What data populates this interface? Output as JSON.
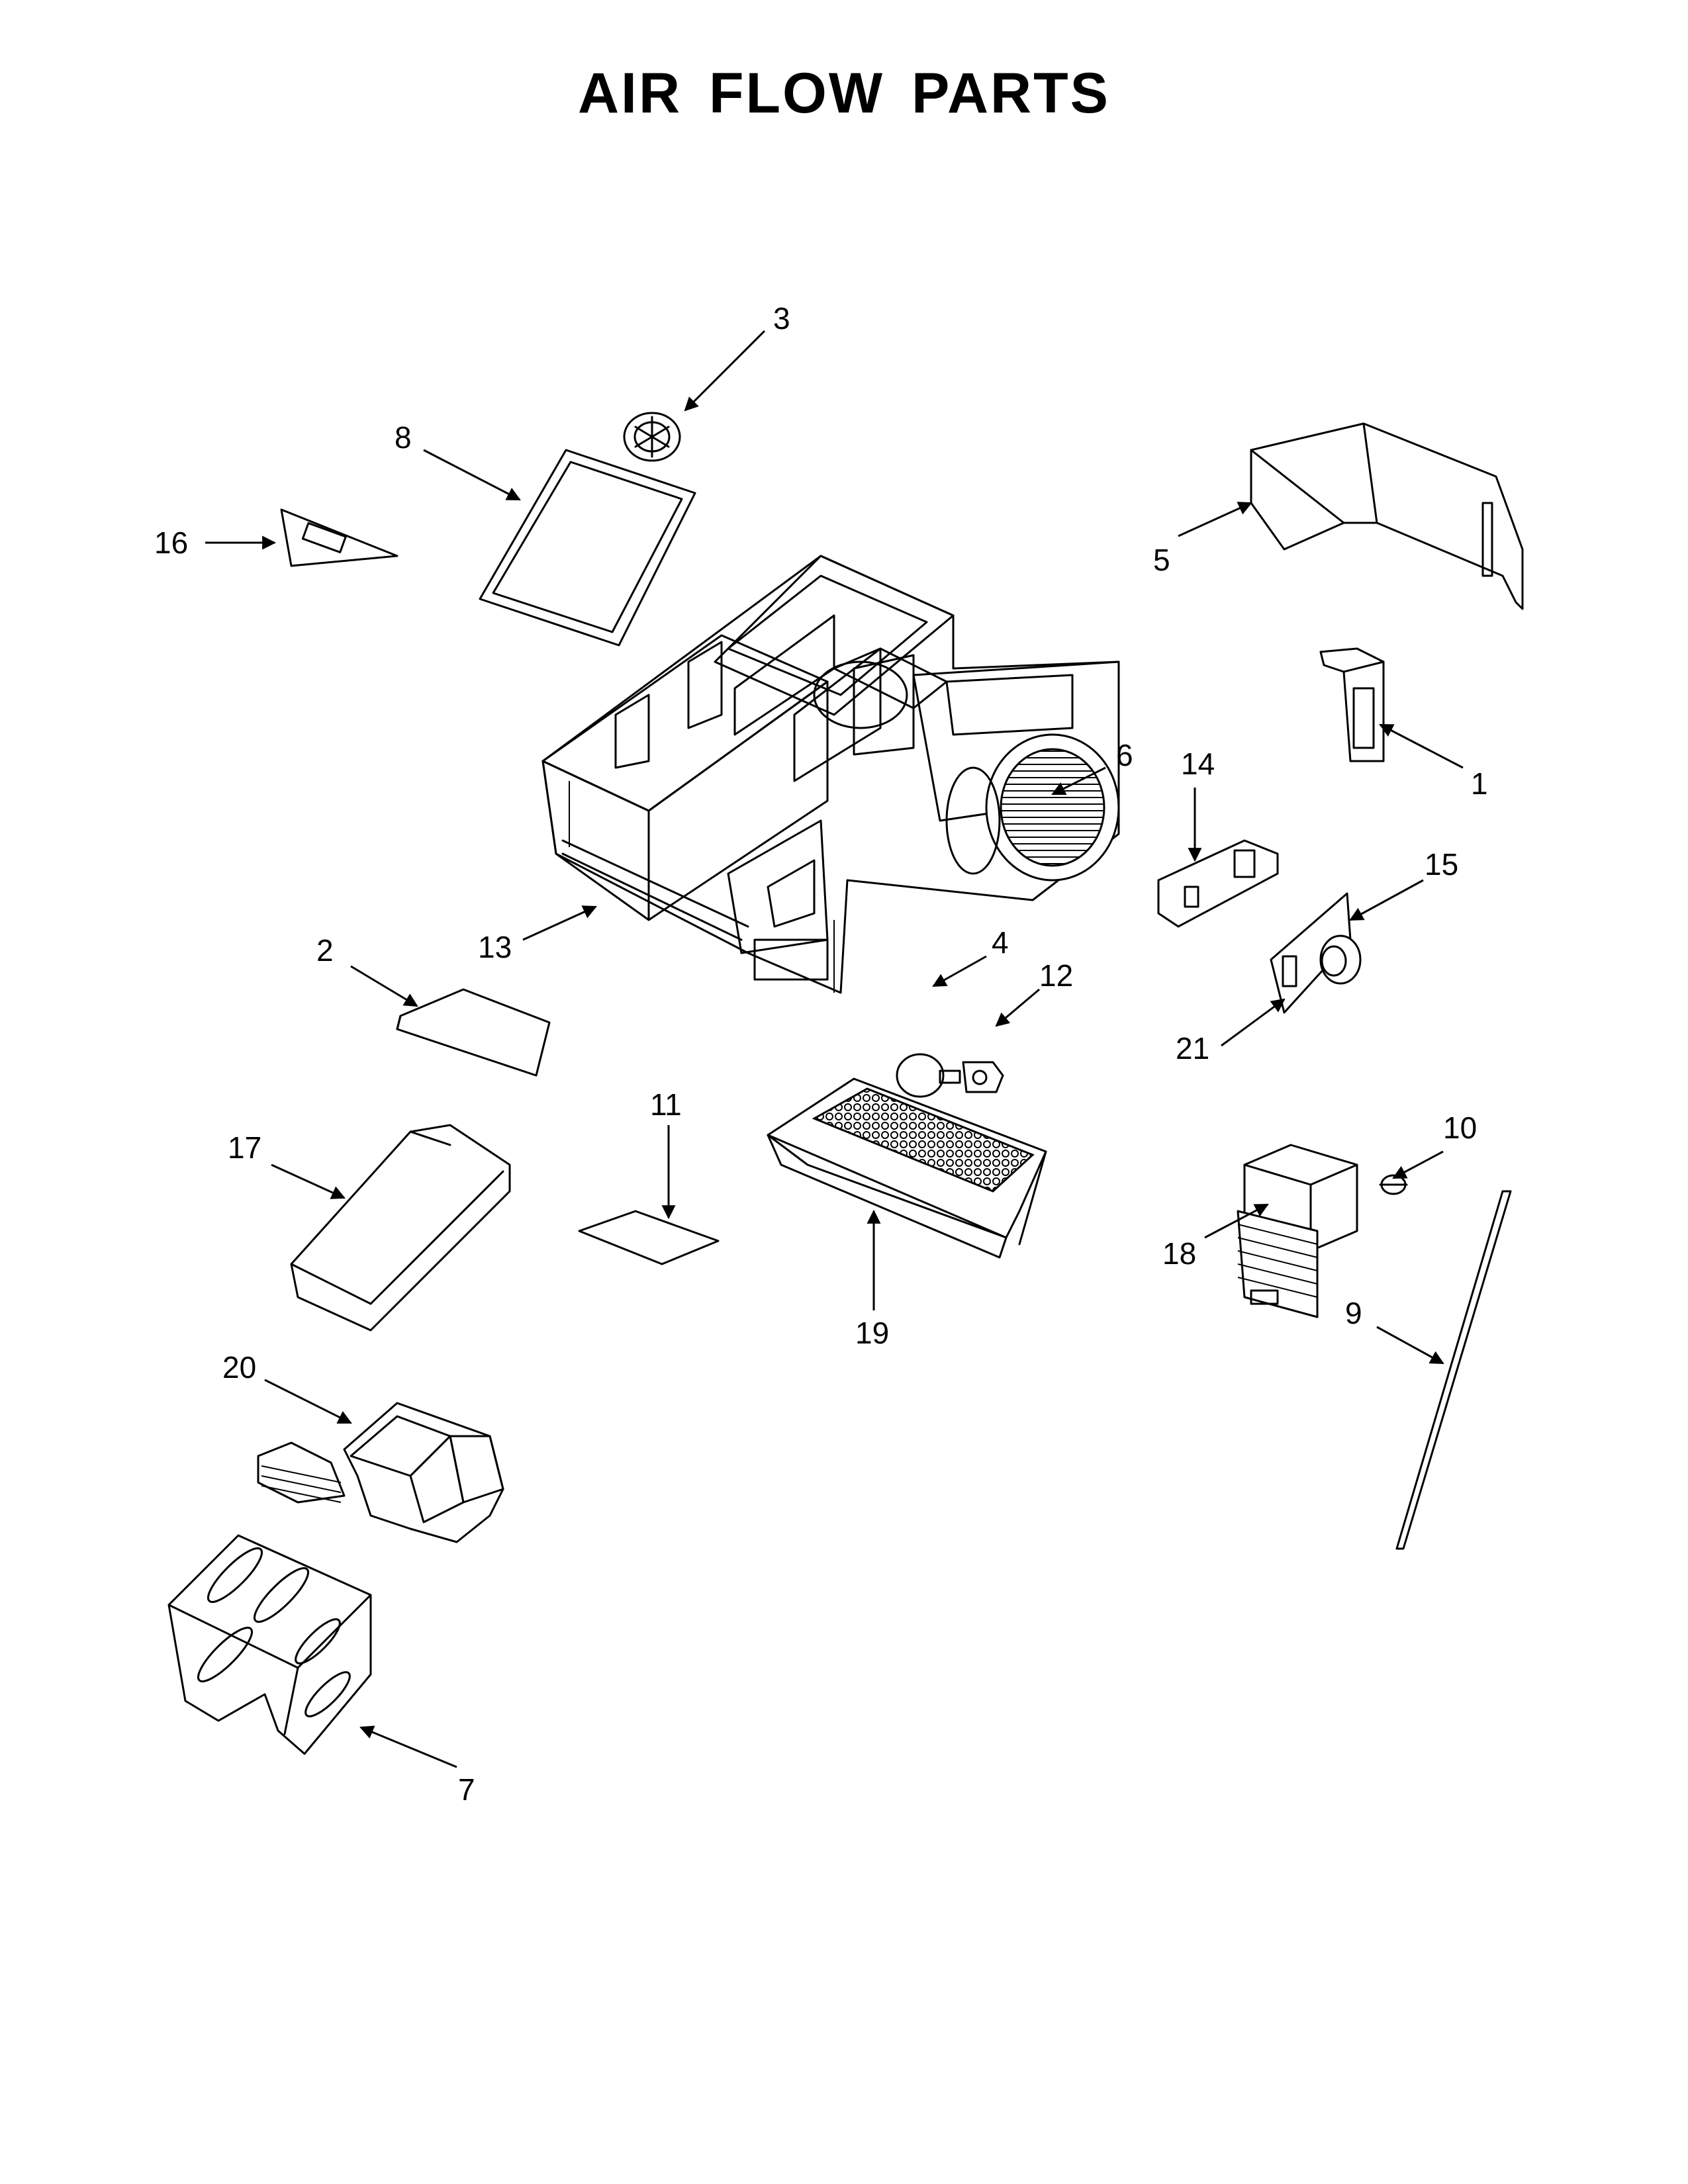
{
  "title": "AIR FLOW PARTS",
  "callouts": [
    "1",
    "2",
    "3",
    "4",
    "5",
    "6",
    "7",
    "8",
    "9",
    "10",
    "11",
    "12",
    "13",
    "14",
    "15",
    "16",
    "17",
    "18",
    "19",
    "20",
    "21"
  ]
}
